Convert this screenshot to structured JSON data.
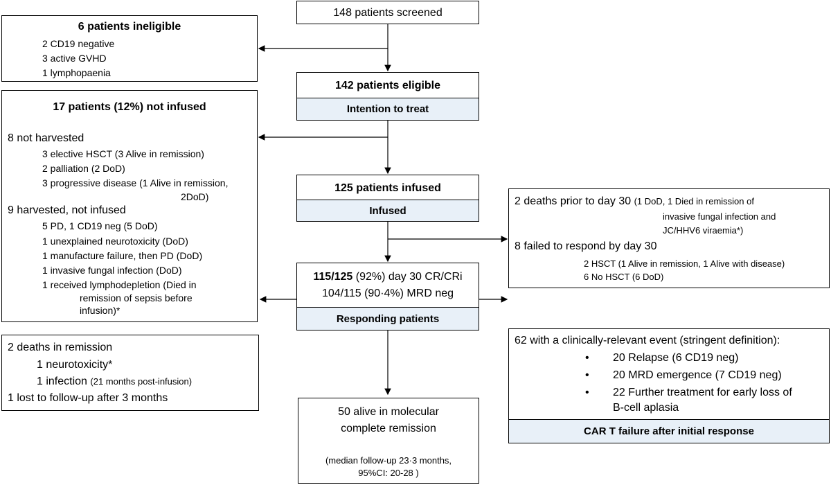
{
  "screened": {
    "label": "148 patients screened"
  },
  "ineligible": {
    "title": "6 patients ineligible",
    "items": [
      "2 CD19 negative",
      "3 active GVHD",
      "1 lymphopaenia"
    ]
  },
  "eligible": {
    "label": "142 patients eligible",
    "band": "Intention to treat"
  },
  "not_infused": {
    "title": "17 patients (12%) not infused",
    "not_harvested": "8 not harvested",
    "nh_items": [
      "3 elective HSCT (3 Alive in remission)",
      "2 palliation (2 DoD)",
      "3 progressive disease (1 Alive in remission,",
      "2DoD)"
    ],
    "harvested": "9 harvested, not infused",
    "h_items": [
      "5 PD, 1 CD19 neg (5 DoD)",
      "1 unexplained neurotoxicity (DoD)",
      "1 manufacture failure, then PD (DoD)",
      "1 invasive fungal infection (DoD)",
      "1 received lymphodepletion (Died in",
      "remission of sepsis before",
      "infusion)*"
    ]
  },
  "infused": {
    "label": "125 patients infused",
    "band": "Infused"
  },
  "early": {
    "deaths_main": "2 deaths prior to day 30",
    "deaths_detail": "(1 DoD, 1 Died in remission of",
    "deaths_detail2": "invasive fungal infection and",
    "deaths_detail3": "JC/HHV6 viraemia*)",
    "failed": "8 failed to respond by day 30",
    "failed_items": [
      "2 HSCT (1 Alive in remission, 1 Alive with disease)",
      "6 No HSCT (6 DoD)"
    ]
  },
  "responding": {
    "line1_bold": "115/125",
    "line1_rest": "(92%) day 30 CR/CRi",
    "line2": "104/115 (90·4%) MRD neg",
    "band": "Responding patients"
  },
  "remission_deaths": {
    "title": "2 deaths in remission",
    "neuro": "1 neurotoxicity*",
    "infection_main": "1 infection",
    "infection_detail": "(21 months post-infusion)",
    "lost": "1 lost to follow-up after 3 months"
  },
  "events": {
    "title": "62 with a clinically-relevant event (stringent definition):",
    "bullet": "•",
    "items": [
      "20 Relapse  (6 CD19 neg)",
      "20 MRD emergence (7 CD19 neg)",
      "22 Further treatment for early loss of",
      "B-cell aplasia"
    ],
    "band": "CAR T failure after initial response"
  },
  "alive": {
    "line1": "50 alive in molecular",
    "line2": "complete remission",
    "fu1": "(median follow-up 23·3 months,",
    "fu2": "95%CI: 20-28 )"
  }
}
